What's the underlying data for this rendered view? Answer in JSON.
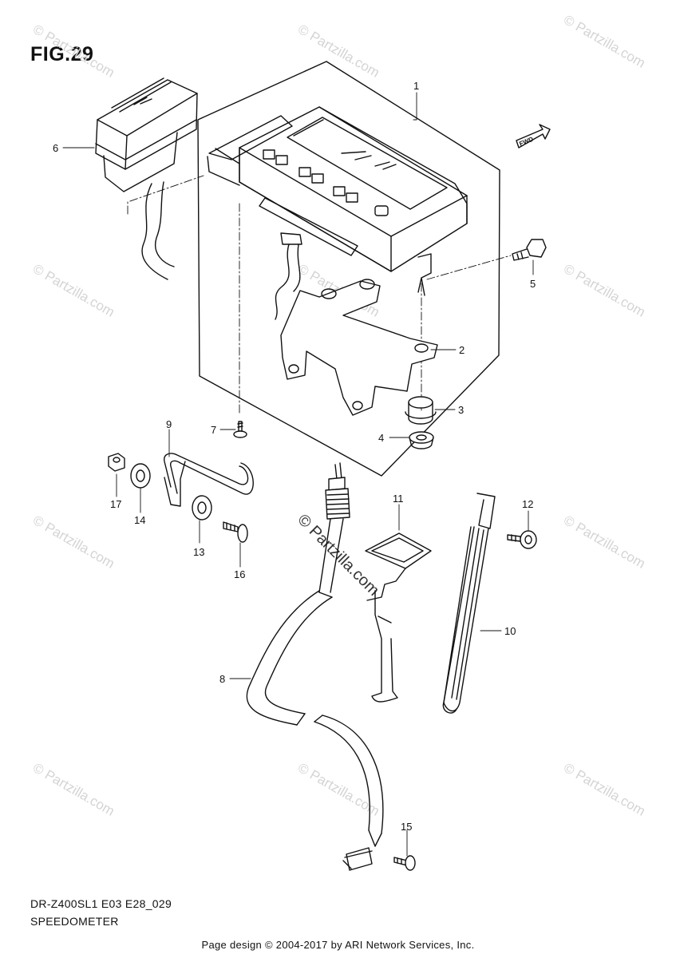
{
  "figure": {
    "title": "FIG.29",
    "model_code": "DR-Z400SL1 E03 E28_029",
    "section_name": "SPEEDOMETER",
    "credit": "Page design © 2004-2017 by ARI Network Services, Inc.",
    "fwd_label": "FWD"
  },
  "watermark": {
    "repeat_text": "© Partzilla.com",
    "center_text": "© Partzilla.com"
  },
  "callouts": [
    "1",
    "2",
    "3",
    "4",
    "5",
    "6",
    "7",
    "8",
    "9",
    "10",
    "11",
    "12",
    "13",
    "14",
    "15",
    "16",
    "17"
  ],
  "parts": [
    {
      "ref": "1",
      "icon": "speedometer-assembly-icon"
    },
    {
      "ref": "2",
      "icon": "bracket-icon"
    },
    {
      "ref": "3",
      "icon": "cushion-icon"
    },
    {
      "ref": "4",
      "icon": "washer-collar-icon"
    },
    {
      "ref": "5",
      "icon": "bolt-icon"
    },
    {
      "ref": "6",
      "icon": "connector-icon"
    },
    {
      "ref": "7",
      "icon": "screw-icon"
    },
    {
      "ref": "8",
      "icon": "speedometer-cable-icon"
    },
    {
      "ref": "9",
      "icon": "clamp-wire-icon"
    },
    {
      "ref": "10",
      "icon": "wire-guide-icon"
    },
    {
      "ref": "11",
      "icon": "cable-guide-icon"
    },
    {
      "ref": "12",
      "icon": "bolt-icon"
    },
    {
      "ref": "13",
      "icon": "washer-icon"
    },
    {
      "ref": "14",
      "icon": "washer-icon"
    },
    {
      "ref": "15",
      "icon": "screw-icon"
    },
    {
      "ref": "16",
      "icon": "screw-icon"
    },
    {
      "ref": "17",
      "icon": "nut-icon"
    }
  ]
}
